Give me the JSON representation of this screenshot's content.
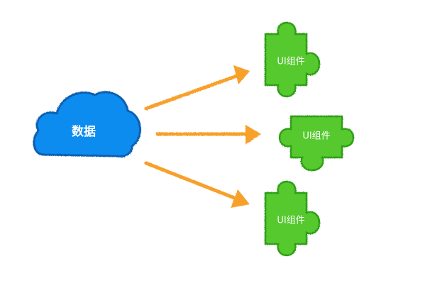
{
  "source": {
    "label": "数据",
    "icon": "cloud-icon",
    "fill_color": "#0a8cf0",
    "stroke_color": "#0b5fb0"
  },
  "components": [
    {
      "label": "UI组件",
      "icon": "puzzle-piece-icon"
    },
    {
      "label": "UI组件",
      "icon": "puzzle-piece-icon"
    },
    {
      "label": "UI组件",
      "icon": "puzzle-piece-icon"
    }
  ],
  "component_style": {
    "fill_color": "#55c92d",
    "stroke_color": "#2f9e18"
  },
  "arrow_color": "#f7a02a"
}
